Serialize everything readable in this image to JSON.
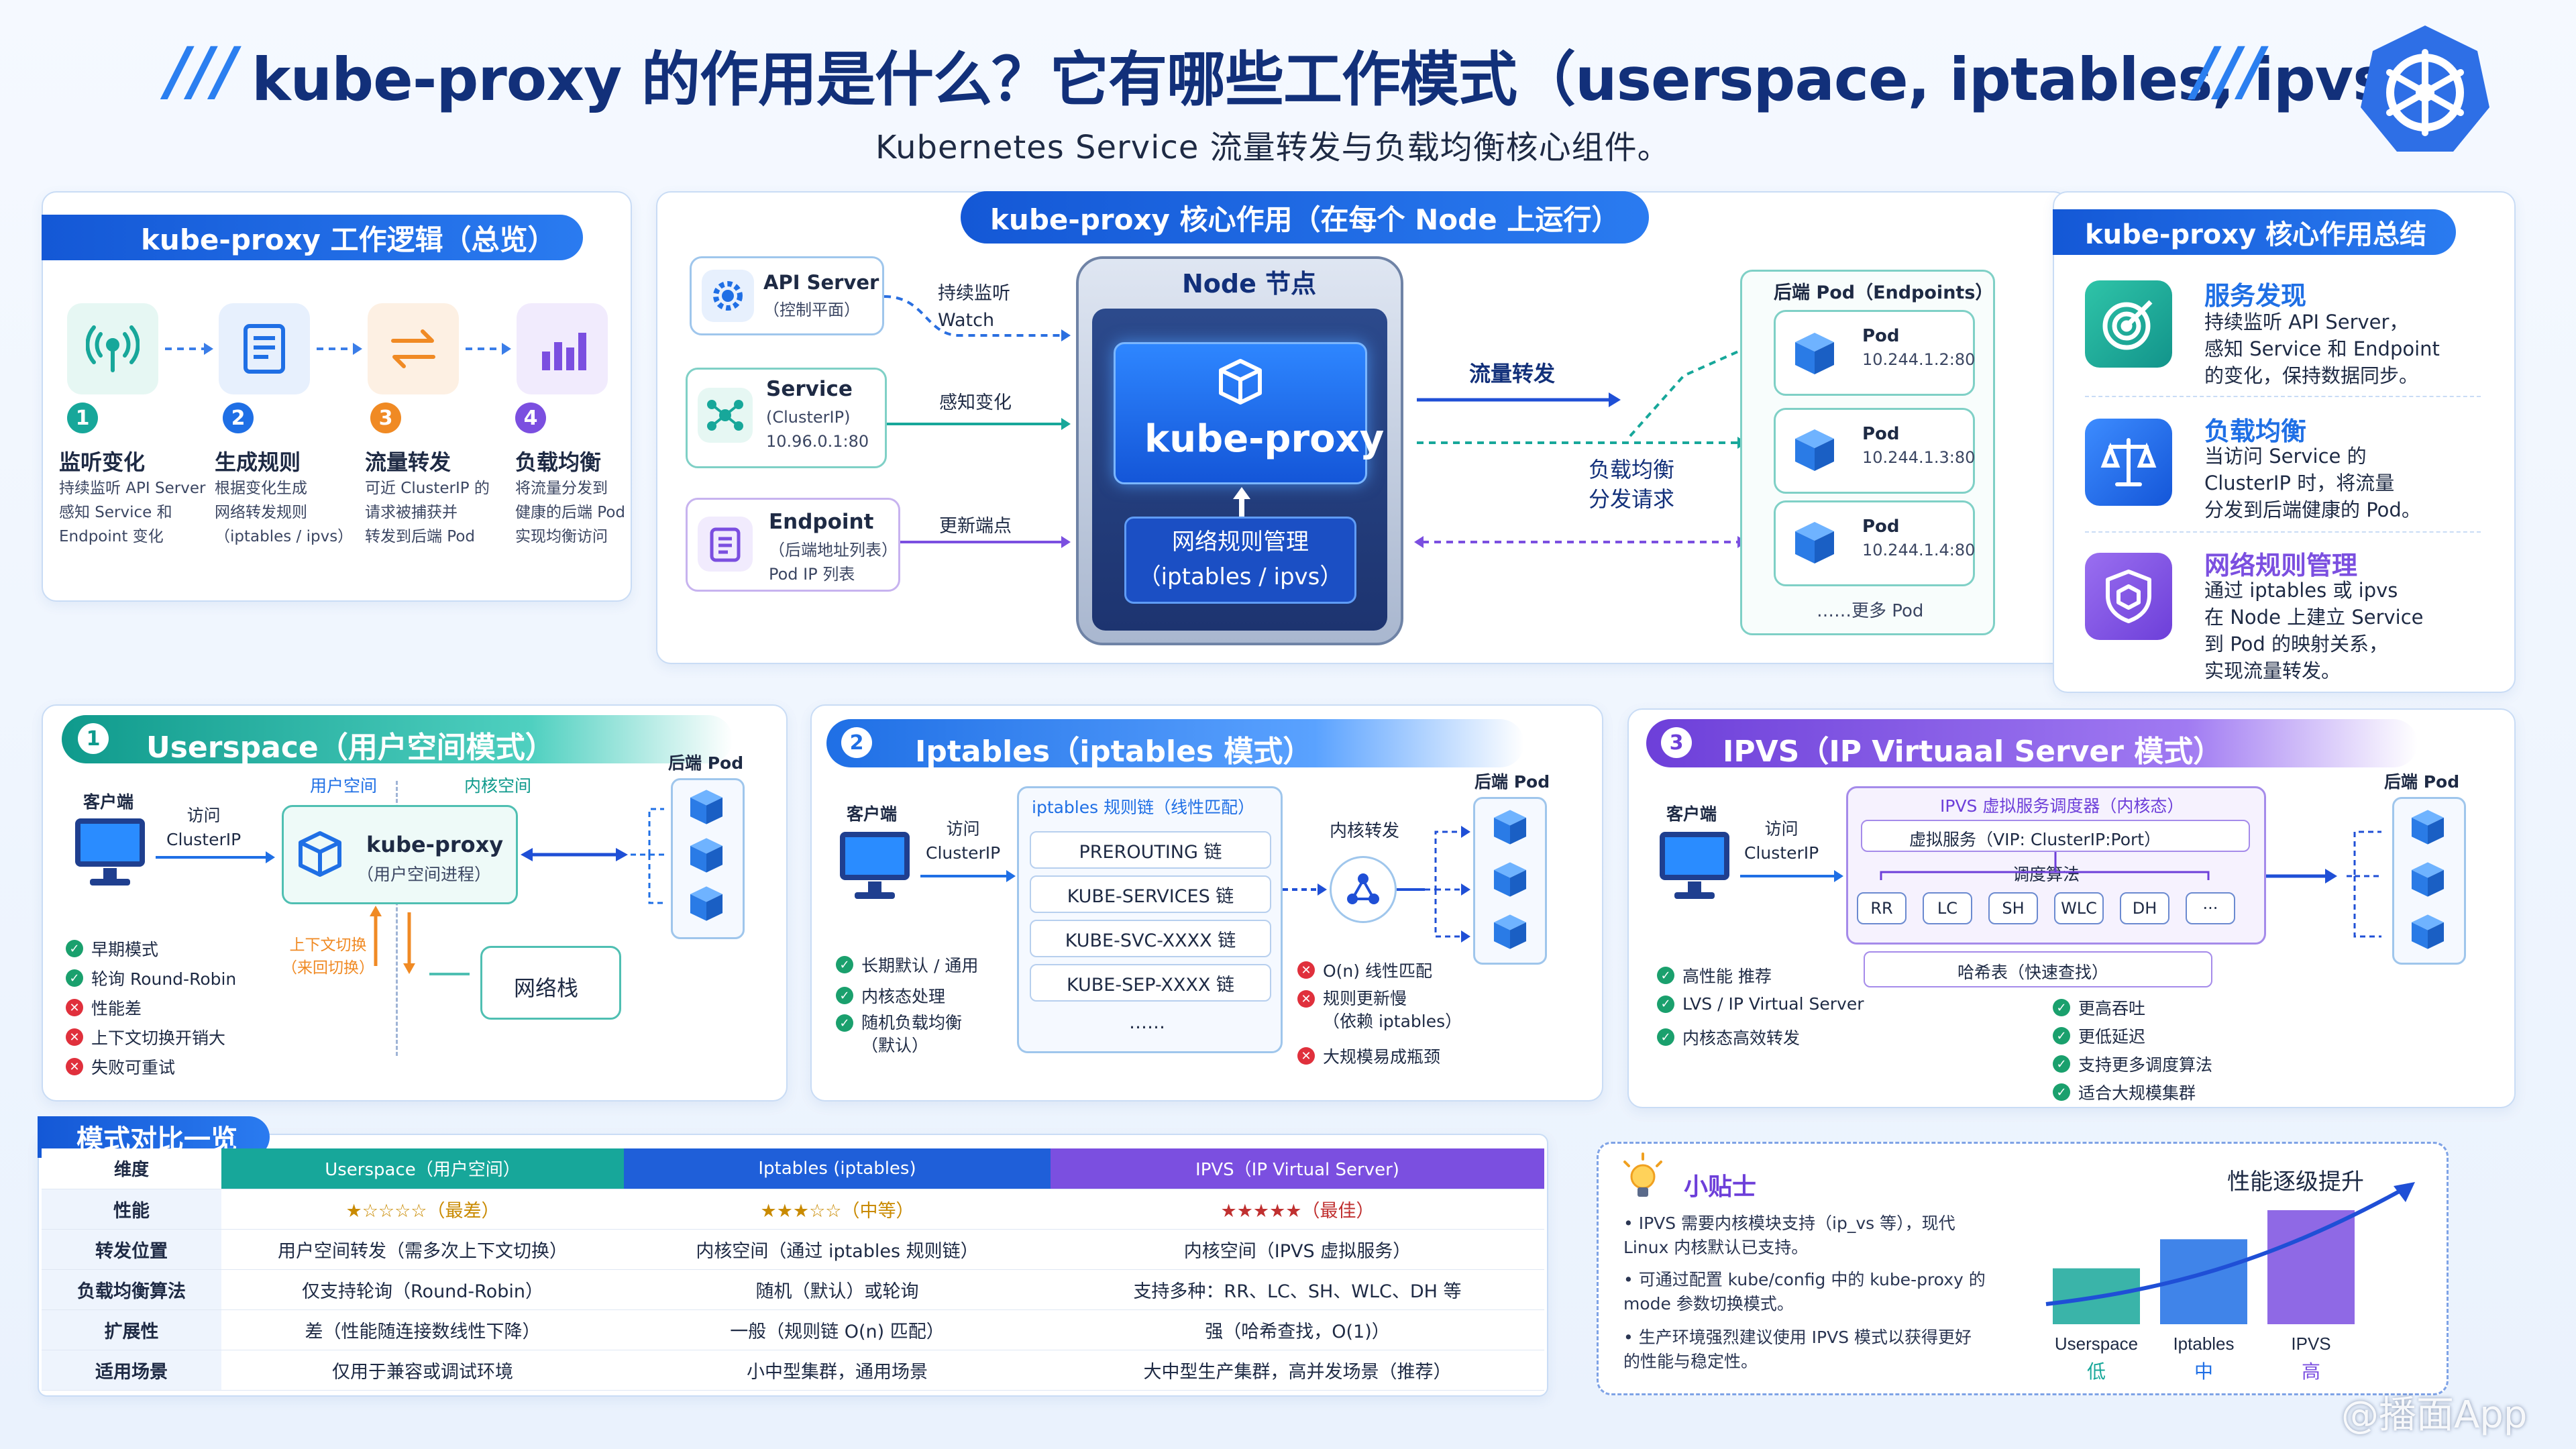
{
  "header": {
    "title": "kube-proxy 的作用是什么？它有哪些工作模式（userspace, iptables, ipvs）？",
    "subtitle": "Kubernetes Service 流量转发与负载均衡核心组件。"
  },
  "logic": {
    "title": "kube-proxy 工作逻辑（总览）",
    "steps": [
      {
        "num": "1",
        "title": "监听变化",
        "desc": "持续监听 API Server\n感知 Service 和\nEndpoint 变化"
      },
      {
        "num": "2",
        "title": "生成规则",
        "desc": "根据变化生成\n网络转发规则\n（iptables / ipvs）"
      },
      {
        "num": "3",
        "title": "流量转发",
        "desc": "可近 ClusterIP 的\n请求被捕获并\n转发到后端 Pod"
      },
      {
        "num": "4",
        "title": "负载均衡",
        "desc": "将流量分发到\n健康的后端 Pod\n实现均衡访问"
      }
    ]
  },
  "core": {
    "title": "kube-proxy 核心作用（在每个 Node 上运行）",
    "sources": [
      {
        "title": "API Server",
        "sub": "（控制平面）"
      },
      {
        "title": "Service",
        "sub": "(ClusterIP)\n10.96.0.1:80"
      },
      {
        "title": "Endpoint",
        "sub": "（后端地址列表）\nPod IP 列表"
      }
    ],
    "edges": [
      "持续监听\nWatch",
      "感知变化",
      "更新端点"
    ],
    "node_label": "Node 节点",
    "proxy_label": "kube-proxy",
    "rules_label": "网络规则管理\n（iptables / ipvs）",
    "forward_label": "流量转发",
    "lb_label": "负载均衡\n分发请求",
    "backend_title": "后端 Pod（Endpoints）",
    "pods": [
      {
        "name": "Pod",
        "ip": "10.244.1.2:80"
      },
      {
        "name": "Pod",
        "ip": "10.244.1.3:80"
      },
      {
        "name": "Pod",
        "ip": "10.244.1.4:80"
      }
    ],
    "more": "……更多 Pod"
  },
  "summary": {
    "title": "kube-proxy 核心作用总结",
    "items": [
      {
        "title": "服务发现",
        "desc": "持续监听 API Server，\n感知 Service 和 Endpoint\n的变化，保持数据同步。"
      },
      {
        "title": "负载均衡",
        "desc": "当访问 Service 的\nClusterIP 时，将流量\n分发到后端健康的 Pod。"
      },
      {
        "title": "网络规则管理",
        "desc": "通过 iptables 或 ipvs\n在 Node 上建立 Service\n到 Pod 的映射关系，\n实现流量转发。"
      }
    ]
  },
  "userspace": {
    "num": "1",
    "title": "Userspace（用户空间模式）",
    "client": "客户端",
    "access": "访问\nClusterIP",
    "zone_user": "用户空间",
    "zone_kernel": "内核空间",
    "proxy": "kube-proxy",
    "proxy_sub": "（用户空间进程）",
    "switch": "上下文切换\n（来回切换）",
    "stack": "网络栈",
    "backend": "后端 Pod",
    "points": [
      {
        "type": "ok",
        "text": "早期模式"
      },
      {
        "type": "ok",
        "text": "轮询 Round-Robin"
      },
      {
        "type": "no",
        "text": "性能差"
      },
      {
        "type": "no",
        "text": "上下文切换开销大"
      },
      {
        "type": "no",
        "text": "失败可重试"
      }
    ]
  },
  "iptables": {
    "num": "2",
    "title": "Iptables（iptables 模式）",
    "client": "客户端",
    "access": "访问\nClusterIP",
    "chain_title": "iptables 规则链（线性匹配）",
    "chains": [
      "PREROUTING 链",
      "KUBE-SERVICES 链",
      "KUBE-SVC-XXXX 链",
      "KUBE-SEP-XXXX 链",
      "……"
    ],
    "kernel": "内核转发",
    "backend": "后端 Pod",
    "pros": [
      {
        "type": "ok",
        "text": "长期默认 / 通用"
      },
      {
        "type": "ok",
        "text": "内核态处理"
      },
      {
        "type": "ok",
        "text": "随机负载均衡\n（默认）"
      }
    ],
    "cons": [
      {
        "type": "no",
        "text": "O(n) 线性匹配"
      },
      {
        "type": "no",
        "text": "规则更新慢\n（依赖 iptables）"
      },
      {
        "type": "no",
        "text": "大规模易成瓶颈"
      }
    ]
  },
  "ipvs": {
    "num": "3",
    "title": "IPVS（IP Virtuaal Server 模式）",
    "client": "客户端",
    "access": "访问\nClusterIP",
    "sched_title": "IPVS 虚拟服务调度器（内核态）",
    "vs": "虚拟服务（VIP: ClusterIP:Port）",
    "algo_title": "调度算法",
    "algos": [
      "RR",
      "LC",
      "SH",
      "WLC",
      "DH",
      "···"
    ],
    "hash": "哈希表（快速查找）",
    "backend": "后端 Pod",
    "left": [
      {
        "type": "ok",
        "text": "高性能 推荐"
      },
      {
        "type": "ok",
        "text": "LVS / IP Virtual Server"
      },
      {
        "type": "ok",
        "text": "内核态高效转发"
      }
    ],
    "right": [
      {
        "type": "ok",
        "text": "更高吞吐"
      },
      {
        "type": "ok",
        "text": "更低延迟"
      },
      {
        "type": "ok",
        "text": "支持更多调度算法"
      },
      {
        "type": "ok",
        "text": "适合大规模集群"
      }
    ]
  },
  "compare": {
    "title": "模式对比一览",
    "headers": [
      "维度",
      "Userspace（用户空间）",
      "Iptables (iptables)",
      "IPVS（IP Virtual Server)"
    ],
    "rows": [
      {
        "dim": "性能",
        "u": "★☆☆☆☆（最差）",
        "i": "★★★☆☆（中等）",
        "v": "★★★★★（最佳）"
      },
      {
        "dim": "转发位置",
        "u": "用户空间转发（需多次上下文切换）",
        "i": "内核空间（通过 iptables 规则链）",
        "v": "内核空间（IPVS 虚拟服务）"
      },
      {
        "dim": "负载均衡算法",
        "u": "仅支持轮询（Round-Robin）",
        "i": "随机（默认）或轮询",
        "v": "支持多种：RR、LC、SH、WLC、DH 等"
      },
      {
        "dim": "扩展性",
        "u": "差（性能随连接数线性下降）",
        "i": "一般（规则链 O(n) 匹配）",
        "v": "强（哈希查找，O(1)）"
      },
      {
        "dim": "适用场景",
        "u": "仅用于兼容或调试环境",
        "i": "小中型集群，通用场景",
        "v": "大中型生产集群，高并发场景（推荐）"
      }
    ]
  },
  "tips": {
    "title": "小贴士",
    "items": [
      "• IPVS 需要内核模块支持（ip_vs 等），现代\n  Linux 内核默认已支持。",
      "• 可通过配置 kube/config 中的 kube-proxy 的\n  mode 参数切换模式。",
      "• 生产环境强烈建议使用 IPVS 模式以获得更好\n  的性能与稳定性。"
    ],
    "perf_title": "性能逐级提升",
    "bars": [
      {
        "name": "Userspace",
        "level": "低",
        "value": 1
      },
      {
        "name": "Iptables",
        "level": "中",
        "value": 2
      },
      {
        "name": "IPVS",
        "level": "高",
        "value": 3
      }
    ]
  },
  "watermark": "@播面App",
  "colors": {
    "blue": "#1f6fe5",
    "teal": "#17a79a",
    "purple": "#7b4fe0",
    "orange": "#f08a24",
    "green": "#1aa06d",
    "red": "#e0303c"
  }
}
